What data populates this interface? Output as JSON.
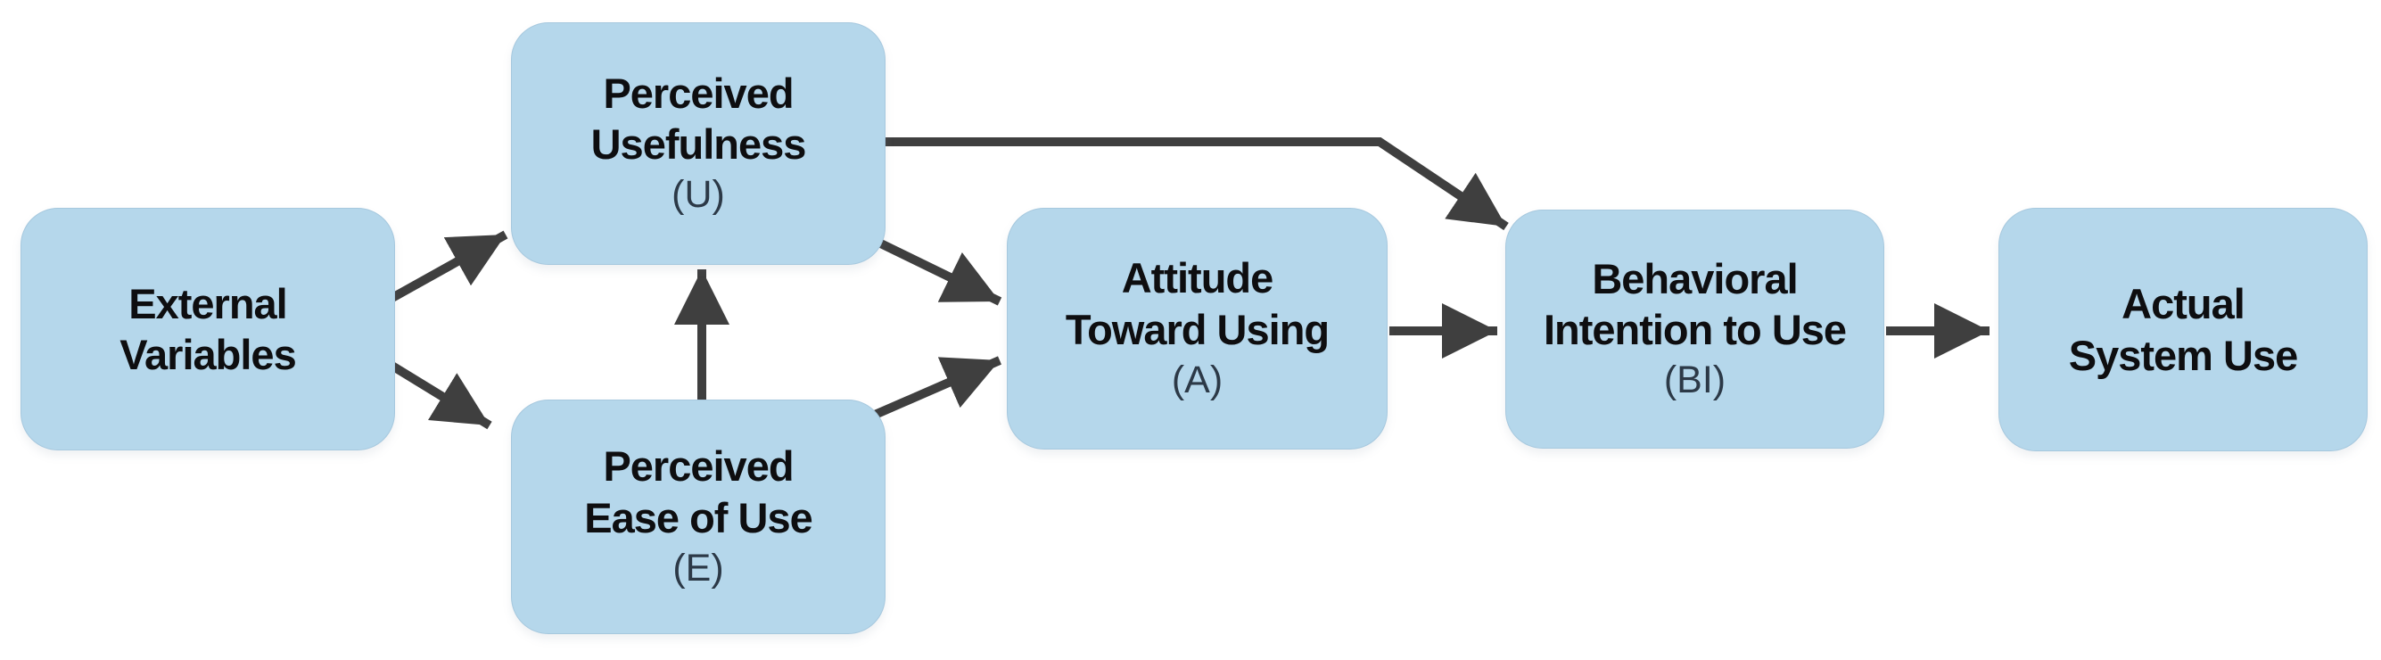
{
  "diagram": {
    "nodes": {
      "external": {
        "line1": "External",
        "line2": "Variables"
      },
      "usefulness": {
        "line1": "Perceived",
        "line2": "Usefulness",
        "code": "(U)"
      },
      "ease": {
        "line1": "Perceived",
        "line2": "Ease of Use",
        "code": "(E)"
      },
      "attitude": {
        "line1": "Attitude",
        "line2": "Toward Using",
        "code": "(A)"
      },
      "intention": {
        "line1": "Behavioral",
        "line2": "Intention to Use",
        "code": "(BI)"
      },
      "actual": {
        "line1": "Actual",
        "line2": "System Use"
      }
    },
    "edges": [
      {
        "from": "external",
        "to": "usefulness"
      },
      {
        "from": "external",
        "to": "ease"
      },
      {
        "from": "ease",
        "to": "usefulness"
      },
      {
        "from": "usefulness",
        "to": "attitude"
      },
      {
        "from": "ease",
        "to": "attitude"
      },
      {
        "from": "usefulness",
        "to": "intention"
      },
      {
        "from": "attitude",
        "to": "intention"
      },
      {
        "from": "intention",
        "to": "actual"
      }
    ],
    "colors": {
      "node_fill": "#b5d7eb",
      "node_border": "#a6c8de",
      "arrow": "#3f3f3f",
      "label_text": "#0e0e10",
      "code_text": "#2c3947",
      "background": "#ffffff"
    }
  }
}
